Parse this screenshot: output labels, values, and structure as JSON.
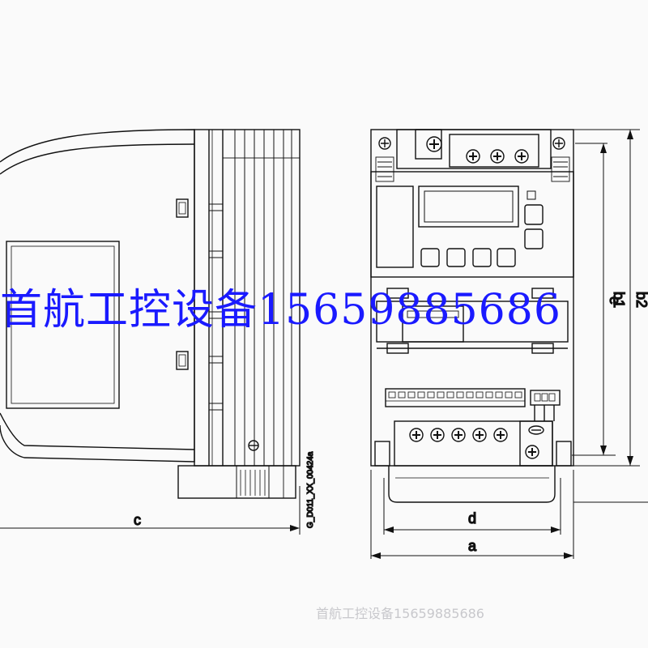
{
  "diagram": {
    "drawing_code": "G_D011_XX_00424a",
    "dimensions": {
      "c": "c",
      "d": "d",
      "a": "a",
      "e": "e",
      "b1": "b1",
      "b2": "b2"
    }
  },
  "watermark": {
    "text": "首航工控设备15659885686",
    "footer_text": "首航工控设备15659885686"
  },
  "colors": {
    "line": "#111111",
    "watermark": "#1a1aff",
    "background": "#fafafa"
  },
  "icons": {
    "terminal_screw": "plus-in-circle",
    "mount_hole": "circle-plus"
  }
}
